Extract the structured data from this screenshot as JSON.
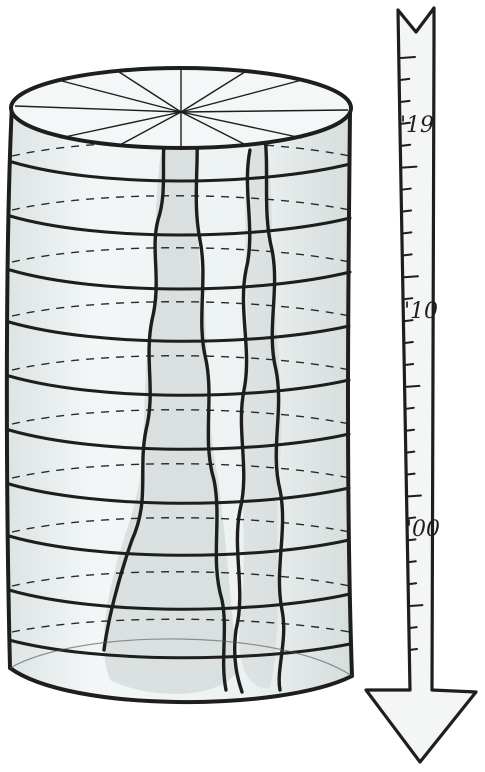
{
  "figure": {
    "type": "hand-drawn-diagram",
    "subject": "cylinder-with-horizontal-layers-and-arrow-scale",
    "layer_count": 11,
    "arrow_direction": "down"
  },
  "scale_labels": [
    "'19",
    "'10",
    "'00"
  ],
  "colors": {
    "ink": "#1e1e1e",
    "cylinder_fill": "#eef3f3",
    "arrow_fill": "#f4f6f5",
    "shading": "#9aa3a3"
  }
}
